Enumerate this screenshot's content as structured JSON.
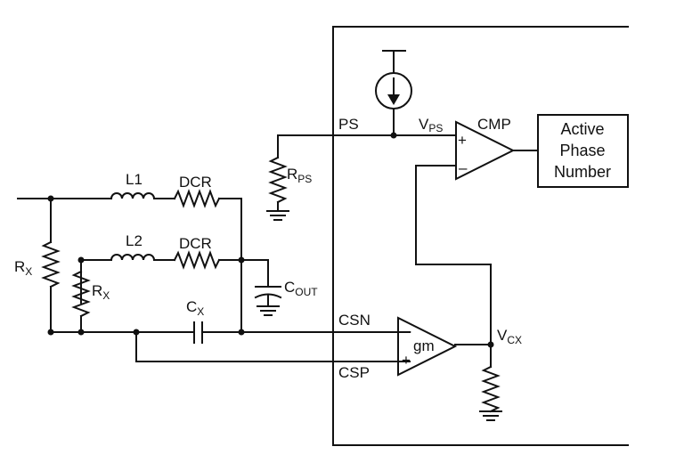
{
  "diagram": {
    "components": {
      "L1": "L1",
      "L2": "L2",
      "DCR_1": "DCR",
      "DCR_2": "DCR",
      "RX_1": {
        "main": "R",
        "sub": "X"
      },
      "RX_2": {
        "main": "R",
        "sub": "X"
      },
      "CX": {
        "main": "C",
        "sub": "X"
      },
      "COUT": {
        "main": "C",
        "sub": "OUT"
      },
      "RPS": {
        "main": "R",
        "sub": "PS"
      }
    },
    "pins": {
      "PS": "PS",
      "CSN": "CSN",
      "CSP": "CSP"
    },
    "nodes": {
      "VPS": {
        "main": "V",
        "sub": "PS"
      },
      "VCX": {
        "main": "V",
        "sub": "CX"
      }
    },
    "blocks": {
      "comparator": "CMP",
      "transconductance": "gm",
      "plus": "+",
      "minus": "–",
      "output_box": [
        "Active",
        "Phase",
        "Number"
      ]
    }
  }
}
